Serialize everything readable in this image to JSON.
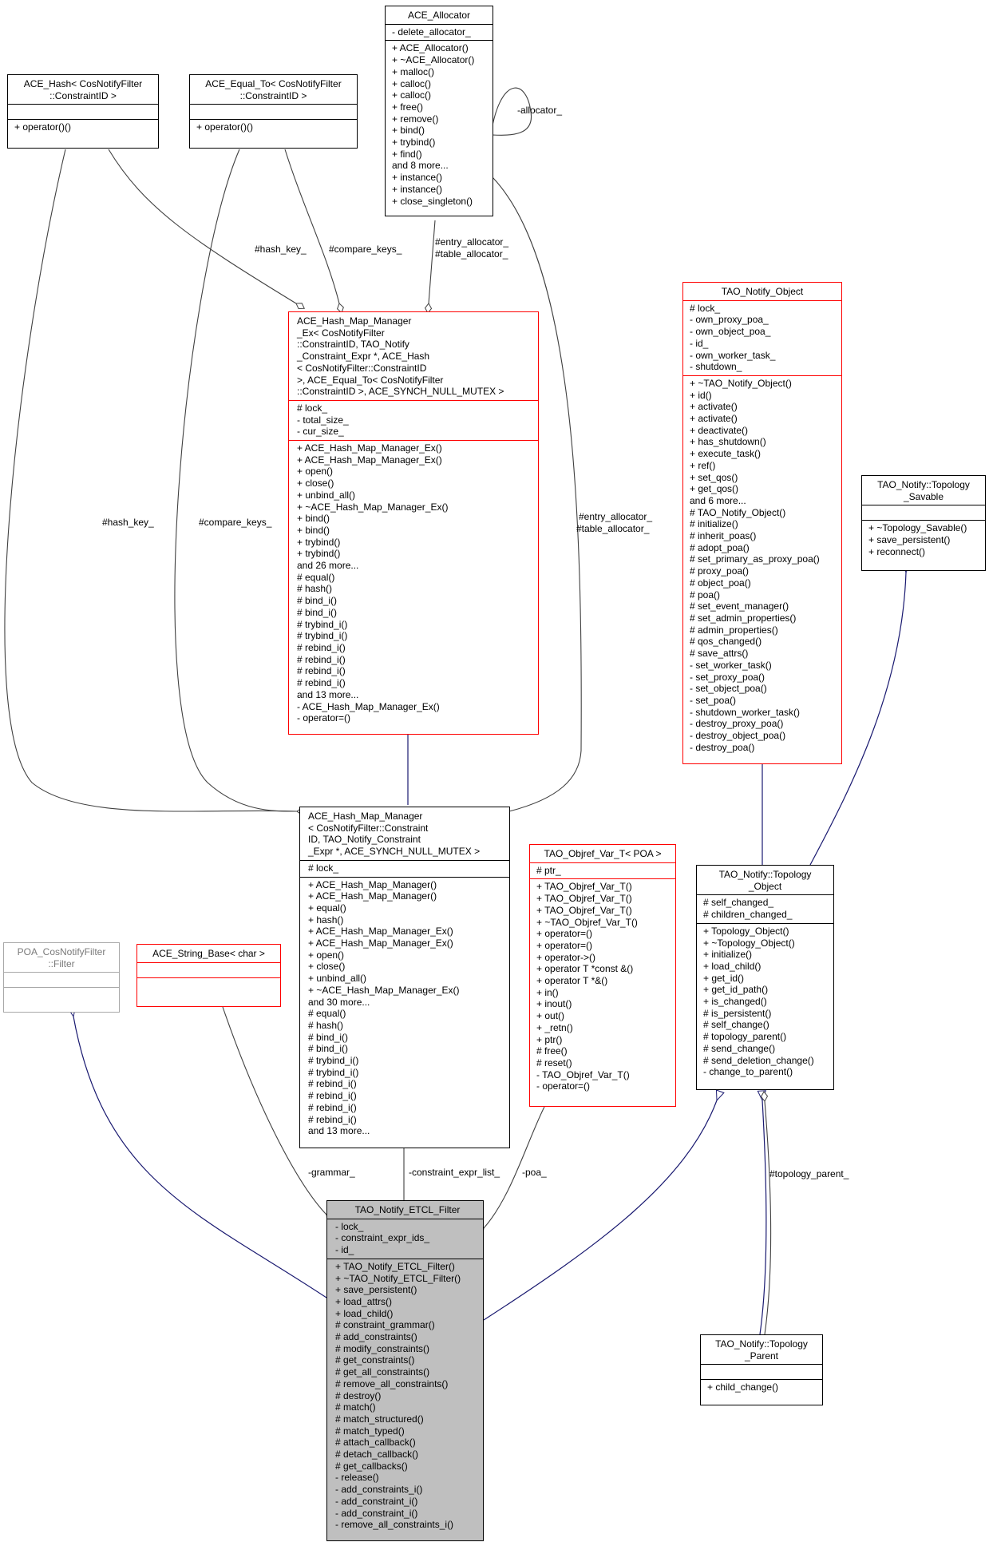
{
  "classes": {
    "ace_allocator": {
      "title": [
        "ACE_Allocator"
      ],
      "attrs": [
        "- delete_allocator_"
      ],
      "ops": [
        "+ ACE_Allocator()",
        "+ ~ACE_Allocator()",
        "+ malloc()",
        "+ calloc()",
        "+ calloc()",
        "+ free()",
        "+ remove()",
        "+ bind()",
        "+ trybind()",
        "+ find()",
        "and 8 more...",
        "+ instance()",
        "+ instance()",
        "+ close_singleton()"
      ]
    },
    "ace_hash": {
      "title": [
        "ACE_Hash< CosNotifyFilter",
        "::ConstraintID >"
      ],
      "attrs": [],
      "ops": [
        "+ operator()()"
      ]
    },
    "ace_equal_to": {
      "title": [
        "ACE_Equal_To< CosNotifyFilter",
        "::ConstraintID >"
      ],
      "attrs": [],
      "ops": [
        "+ operator()()"
      ]
    },
    "hash_map_manager_ex": {
      "title": [
        "ACE_Hash_Map_Manager",
        "_Ex< CosNotifyFilter",
        "::ConstraintID, TAO_Notify",
        "_Constraint_Expr *, ACE_Hash",
        "< CosNotifyFilter::ConstraintID",
        " >, ACE_Equal_To< CosNotifyFilter",
        "::ConstraintID >, ACE_SYNCH_NULL_MUTEX >"
      ],
      "attrs": [
        "# lock_",
        "- total_size_",
        "- cur_size_"
      ],
      "ops": [
        "+ ACE_Hash_Map_Manager_Ex()",
        "+ ACE_Hash_Map_Manager_Ex()",
        "+ open()",
        "+ close()",
        "+ unbind_all()",
        "+ ~ACE_Hash_Map_Manager_Ex()",
        "+ bind()",
        "+ bind()",
        "+ trybind()",
        "+ trybind()",
        "and 26 more...",
        "# equal()",
        "# hash()",
        "# bind_i()",
        "# bind_i()",
        "# trybind_i()",
        "# trybind_i()",
        "# rebind_i()",
        "# rebind_i()",
        "# rebind_i()",
        "# rebind_i()",
        "and 13 more...",
        "- ACE_Hash_Map_Manager_Ex()",
        "- operator=()"
      ]
    },
    "tao_notify_object": {
      "title": [
        "TAO_Notify_Object"
      ],
      "attrs": [
        "# lock_",
        "- own_proxy_poa_",
        "- own_object_poa_",
        "- id_",
        "- own_worker_task_",
        "- shutdown_"
      ],
      "ops": [
        "+ ~TAO_Notify_Object()",
        "+ id()",
        "+ activate()",
        "+ activate()",
        "+ deactivate()",
        "+ has_shutdown()",
        "+ execute_task()",
        "+ ref()",
        "+ set_qos()",
        "+ get_qos()",
        "and 6 more...",
        "# TAO_Notify_Object()",
        "# initialize()",
        "# inherit_poas()",
        "# adopt_poa()",
        "# set_primary_as_proxy_poa()",
        "# proxy_poa()",
        "# object_poa()",
        "# poa()",
        "# set_event_manager()",
        "# set_admin_properties()",
        "# admin_properties()",
        "# qos_changed()",
        "# save_attrs()",
        "- set_worker_task()",
        "- set_proxy_poa()",
        "- set_object_poa()",
        "- set_poa()",
        "- shutdown_worker_task()",
        "- destroy_proxy_poa()",
        "- destroy_object_poa()",
        "- destroy_poa()"
      ]
    },
    "topology_savable": {
      "title": [
        "TAO_Notify::Topology",
        "_Savable"
      ],
      "attrs": [],
      "ops": [
        "+ ~Topology_Savable()",
        "+ save_persistent()",
        "+ reconnect()"
      ]
    },
    "hash_map_manager": {
      "title": [
        "ACE_Hash_Map_Manager",
        "< CosNotifyFilter::Constraint",
        "ID, TAO_Notify_Constraint",
        "_Expr *, ACE_SYNCH_NULL_MUTEX >"
      ],
      "attrs": [
        "# lock_"
      ],
      "ops": [
        "+ ACE_Hash_Map_Manager()",
        "+ ACE_Hash_Map_Manager()",
        "+ equal()",
        "+ hash()",
        "+ ACE_Hash_Map_Manager_Ex()",
        "+ ACE_Hash_Map_Manager_Ex()",
        "+ open()",
        "+ close()",
        "+ unbind_all()",
        "+ ~ACE_Hash_Map_Manager_Ex()",
        "and 30 more...",
        "# equal()",
        "# hash()",
        "# bind_i()",
        "# bind_i()",
        "# trybind_i()",
        "# trybind_i()",
        "# rebind_i()",
        "# rebind_i()",
        "# rebind_i()",
        "# rebind_i()",
        "and 13 more..."
      ]
    },
    "objref_var": {
      "title": [
        "TAO_Objref_Var_T< POA >"
      ],
      "attrs": [
        "# ptr_"
      ],
      "ops": [
        "+ TAO_Objref_Var_T()",
        "+ TAO_Objref_Var_T()",
        "+ TAO_Objref_Var_T()",
        "+ ~TAO_Objref_Var_T()",
        "+ operator=()",
        "+ operator=()",
        "+ operator->()",
        "+ operator T *const &()",
        "+ operator T *&()",
        "+ in()",
        "+ inout()",
        "+ out()",
        "+ _retn()",
        "+ ptr()",
        "# free()",
        "# reset()",
        "- TAO_Objref_Var_T()",
        "- operator=()"
      ]
    },
    "topology_object": {
      "title": [
        "TAO_Notify::Topology",
        "_Object"
      ],
      "attrs": [
        "# self_changed_",
        "# children_changed_"
      ],
      "ops": [
        "+ Topology_Object()",
        "+ ~Topology_Object()",
        "+ initialize()",
        "+ load_child()",
        "+ get_id()",
        "+ get_id_path()",
        "+ is_changed()",
        "# is_persistent()",
        "# self_change()",
        "# topology_parent()",
        "# send_change()",
        "# send_deletion_change()",
        "- change_to_parent()"
      ]
    },
    "poa_filter": {
      "title": [
        "POA_CosNotifyFilter",
        "::Filter"
      ],
      "attrs": [],
      "ops": []
    },
    "ace_string_base": {
      "title": [
        "ACE_String_Base< char >"
      ],
      "attrs": [],
      "ops": []
    },
    "etcl_filter": {
      "title": [
        "TAO_Notify_ETCL_Filter"
      ],
      "attrs": [
        "- lock_",
        "- constraint_expr_ids_",
        "- id_"
      ],
      "ops": [
        "+ TAO_Notify_ETCL_Filter()",
        "+ ~TAO_Notify_ETCL_Filter()",
        "+ save_persistent()",
        "+ load_attrs()",
        "+ load_child()",
        "# constraint_grammar()",
        "# add_constraints()",
        "# modify_constraints()",
        "# get_constraints()",
        "# get_all_constraints()",
        "# remove_all_constraints()",
        "# destroy()",
        "# match()",
        "# match_structured()",
        "# match_typed()",
        "# attach_callback()",
        "# detach_callback()",
        "# get_callbacks()",
        "- release()",
        "- add_constraints_i()",
        "- add_constraint_i()",
        "- add_constraint_i()",
        "- remove_all_constraints_i()"
      ]
    },
    "topology_parent": {
      "title": [
        "TAO_Notify::Topology",
        "_Parent"
      ],
      "attrs": [],
      "ops": [
        "+ child_change()"
      ]
    }
  },
  "edge_labels": {
    "allocator_self": "-allocator_",
    "hash_key_top": "#hash_key_",
    "compare_keys_top": "#compare_keys_",
    "entry_alloc_top_1": "#entry_allocator_",
    "entry_alloc_top_2": "#table_allocator_",
    "hash_key_left": "#hash_key_",
    "compare_keys_left": "#compare_keys_",
    "entry_alloc_right_1": "#entry_allocator_",
    "entry_alloc_right_2": "#table_allocator_",
    "grammar": "-grammar_",
    "constraint_expr_list": "-constraint_expr_list_",
    "poa": "-poa_",
    "topology_parent": "#topology_parent_"
  },
  "colors": {
    "inheritance_edge": "#191970",
    "member_edge": "#404040",
    "incomplete_class_border": "#ff0000",
    "external_class_border": "#a8a8a8",
    "focus_class_fill": "#bfbfbf"
  }
}
